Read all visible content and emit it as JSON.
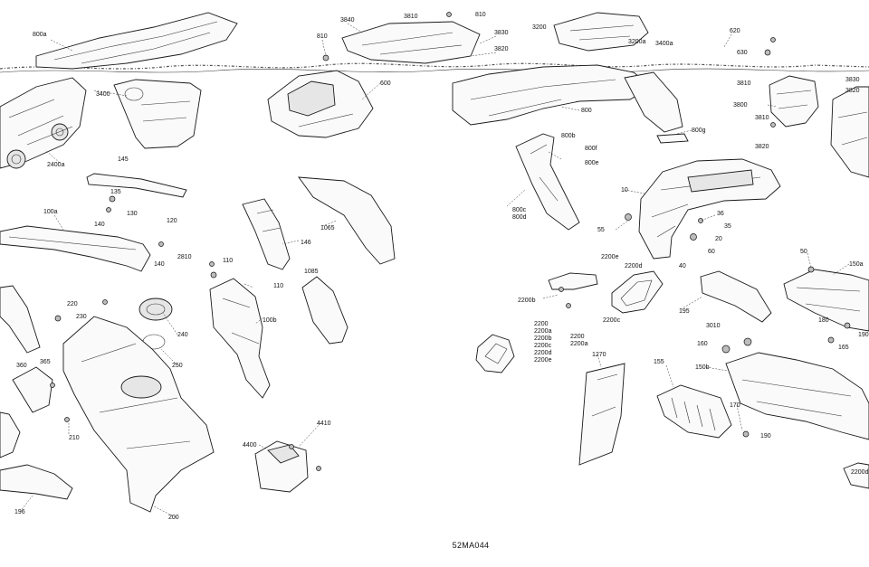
{
  "diagram": {
    "drawing_id": "52MA044",
    "labels": [
      {
        "id": "l1",
        "text": "800a"
      },
      {
        "id": "l2",
        "text": "810"
      },
      {
        "id": "l3",
        "text": "3840"
      },
      {
        "id": "l4",
        "text": "3810"
      },
      {
        "id": "l5",
        "text": "810"
      },
      {
        "id": "l6",
        "text": "3830"
      },
      {
        "id": "l7",
        "text": "3820"
      },
      {
        "id": "l8",
        "text": "3200"
      },
      {
        "id": "l9",
        "text": "3200a"
      },
      {
        "id": "l10",
        "text": "3400a"
      },
      {
        "id": "l11",
        "text": "620"
      },
      {
        "id": "l12",
        "text": "630"
      },
      {
        "id": "l13",
        "text": "3810"
      },
      {
        "id": "l14",
        "text": "3820"
      },
      {
        "id": "l15",
        "text": "3830"
      },
      {
        "id": "l16",
        "text": "3400"
      },
      {
        "id": "l17",
        "text": "600"
      },
      {
        "id": "l18",
        "text": "800"
      },
      {
        "id": "l19",
        "text": "800b"
      },
      {
        "id": "l20",
        "text": "800g"
      },
      {
        "id": "l21",
        "text": "3800"
      },
      {
        "id": "l22",
        "text": "3810"
      },
      {
        "id": "l23",
        "text": "3820"
      },
      {
        "id": "l24",
        "text": "2400a"
      },
      {
        "id": "l25",
        "text": "145"
      },
      {
        "id": "l26",
        "text": "135"
      },
      {
        "id": "l27",
        "text": "130"
      },
      {
        "id": "l28",
        "text": "140"
      },
      {
        "id": "l29",
        "text": "800f"
      },
      {
        "id": "l30",
        "text": "800e"
      },
      {
        "id": "l31",
        "text": "800c"
      },
      {
        "id": "l32",
        "text": "800d"
      },
      {
        "id": "l33",
        "text": "10"
      },
      {
        "id": "l34",
        "text": "1065"
      },
      {
        "id": "l35",
        "text": "146"
      },
      {
        "id": "l36",
        "text": "100a"
      },
      {
        "id": "l37",
        "text": "120"
      },
      {
        "id": "l38",
        "text": "55"
      },
      {
        "id": "l39",
        "text": "36"
      },
      {
        "id": "l40",
        "text": "35"
      },
      {
        "id": "l41",
        "text": "20"
      },
      {
        "id": "l42",
        "text": "60"
      },
      {
        "id": "l43",
        "text": "40"
      },
      {
        "id": "l44",
        "text": "50"
      },
      {
        "id": "l45",
        "text": "150a"
      },
      {
        "id": "l46",
        "text": "140"
      },
      {
        "id": "l47",
        "text": "2810"
      },
      {
        "id": "l48",
        "text": "110"
      },
      {
        "id": "l49",
        "text": "1085"
      },
      {
        "id": "l50",
        "text": "2200e"
      },
      {
        "id": "l51",
        "text": "2200d"
      },
      {
        "id": "l52",
        "text": "220"
      },
      {
        "id": "l53",
        "text": "230"
      },
      {
        "id": "l54",
        "text": "110"
      },
      {
        "id": "l55",
        "text": "2200b"
      },
      {
        "id": "l56",
        "text": "2200c"
      },
      {
        "id": "l57",
        "text": "195"
      },
      {
        "id": "l58",
        "text": "240"
      },
      {
        "id": "l59",
        "text": "100b"
      },
      {
        "id": "l60",
        "text": "2200"
      },
      {
        "id": "l61",
        "text": "2200a"
      },
      {
        "id": "l62",
        "text": "2200b"
      },
      {
        "id": "l63",
        "text": "2200c"
      },
      {
        "id": "l64",
        "text": "2200d"
      },
      {
        "id": "l65",
        "text": "2200e"
      },
      {
        "id": "l66",
        "text": "2200"
      },
      {
        "id": "l67",
        "text": "2200a"
      },
      {
        "id": "l68",
        "text": "3010"
      },
      {
        "id": "l69",
        "text": "160"
      },
      {
        "id": "l70",
        "text": "180"
      },
      {
        "id": "l71",
        "text": "190"
      },
      {
        "id": "l72",
        "text": "165"
      },
      {
        "id": "l73",
        "text": "360"
      },
      {
        "id": "l74",
        "text": "365"
      },
      {
        "id": "l75",
        "text": "250"
      },
      {
        "id": "l76",
        "text": "1270"
      },
      {
        "id": "l77",
        "text": "155"
      },
      {
        "id": "l78",
        "text": "150b"
      },
      {
        "id": "l79",
        "text": "170"
      },
      {
        "id": "l80",
        "text": "190"
      },
      {
        "id": "l81",
        "text": "210"
      },
      {
        "id": "l82",
        "text": "4410"
      },
      {
        "id": "l83",
        "text": "4400"
      },
      {
        "id": "l84",
        "text": "196"
      },
      {
        "id": "l85",
        "text": "200"
      },
      {
        "id": "l86",
        "text": "2200d"
      }
    ]
  }
}
